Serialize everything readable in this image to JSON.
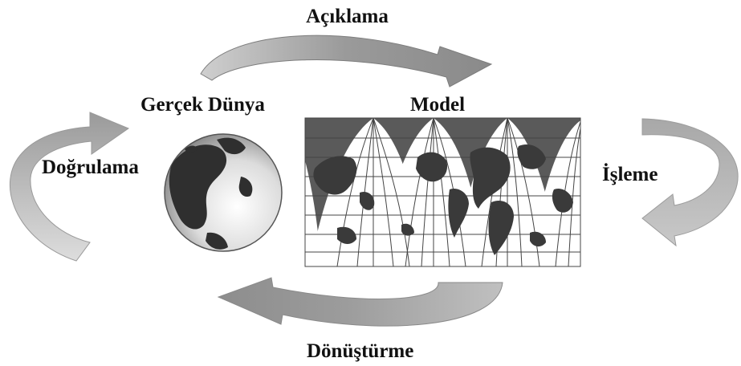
{
  "labels": {
    "top": "Açıklama",
    "real_world": "Gerçek Dünya",
    "model": "Model",
    "left": "Doğrulama",
    "right": "İşleme",
    "bottom": "Dönüştürme"
  },
  "colors": {
    "arrow_light": "#c9c9c9",
    "arrow_dark": "#8a8a8a",
    "ocean": "#ffffff",
    "land": "#4a4a4a",
    "map_frame": "#5a5a5a",
    "text": "#111111"
  }
}
